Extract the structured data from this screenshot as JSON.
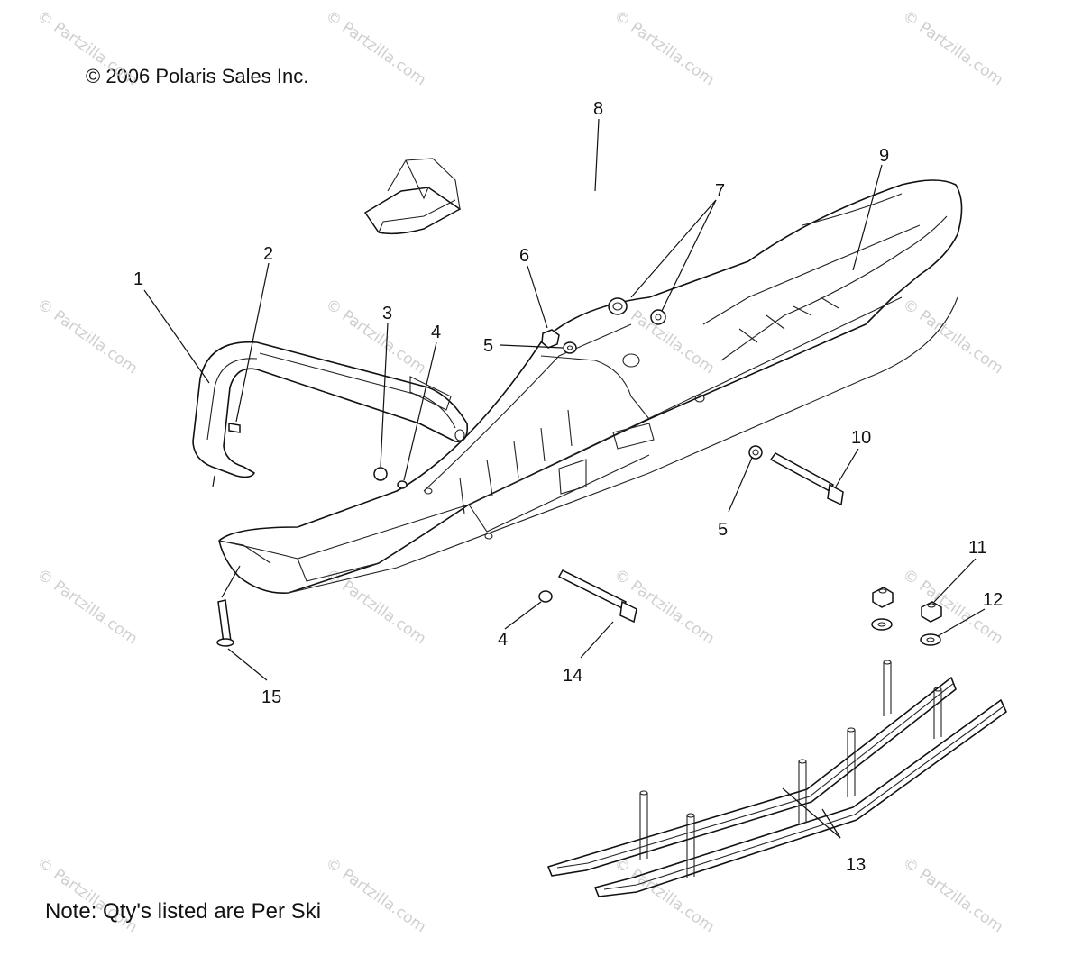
{
  "copyright": "© 2006 Polaris Sales Inc.",
  "note": "Note: Qty's listed are Per Ski",
  "watermark": "© Partzilla.com",
  "callouts": [
    {
      "id": "c1",
      "label": "1"
    },
    {
      "id": "c2",
      "label": "2"
    },
    {
      "id": "c3",
      "label": "3"
    },
    {
      "id": "c4a",
      "label": "4"
    },
    {
      "id": "c4b",
      "label": "4"
    },
    {
      "id": "c5a",
      "label": "5"
    },
    {
      "id": "c5b",
      "label": "5"
    },
    {
      "id": "c6",
      "label": "6"
    },
    {
      "id": "c7",
      "label": "7"
    },
    {
      "id": "c8",
      "label": "8"
    },
    {
      "id": "c9",
      "label": "9"
    },
    {
      "id": "c10",
      "label": "10"
    },
    {
      "id": "c11",
      "label": "11"
    },
    {
      "id": "c12",
      "label": "12"
    },
    {
      "id": "c13",
      "label": "13"
    },
    {
      "id": "c14",
      "label": "14"
    },
    {
      "id": "c15",
      "label": "15"
    }
  ]
}
